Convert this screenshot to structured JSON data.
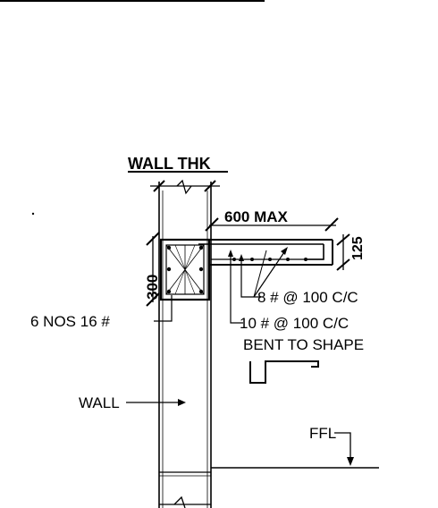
{
  "labels": {
    "wall_thk": "WALL THK",
    "max_width": "600 MAX",
    "slab_depth": "125",
    "beam_depth": "300",
    "bars_8": "8 # @ 100 C/C",
    "bars_10": "10 # @ 100 C/C",
    "bent_note": "BENT TO SHAPE",
    "main_bars": "6 NOS 16 #",
    "wall": "WALL",
    "ffl": "FFL"
  }
}
